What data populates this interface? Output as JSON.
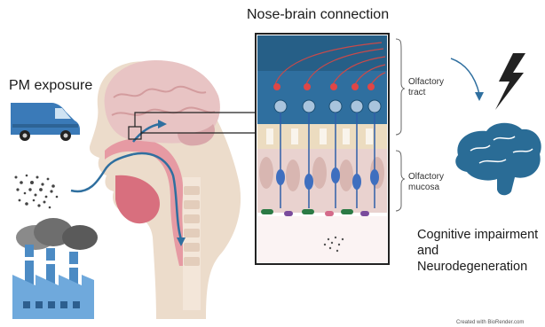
{
  "title": "Nose-brain connection",
  "exposure_label": "PM exposure",
  "olfactory_tract_label": "Olfactory tract",
  "olfactory_mucosa_label": "Olfactory mucosa",
  "outcome_label": "Cognitive impairment and Neurodegeneration",
  "credit": "Created with BioRender.com",
  "colors": {
    "skin": "#ead9c8",
    "brain": "#e7bfc0",
    "arrow": "#2f6f9f",
    "van": "#3a7ab8",
    "brain_icon": "#2a6c96",
    "lightning": "#222222"
  }
}
